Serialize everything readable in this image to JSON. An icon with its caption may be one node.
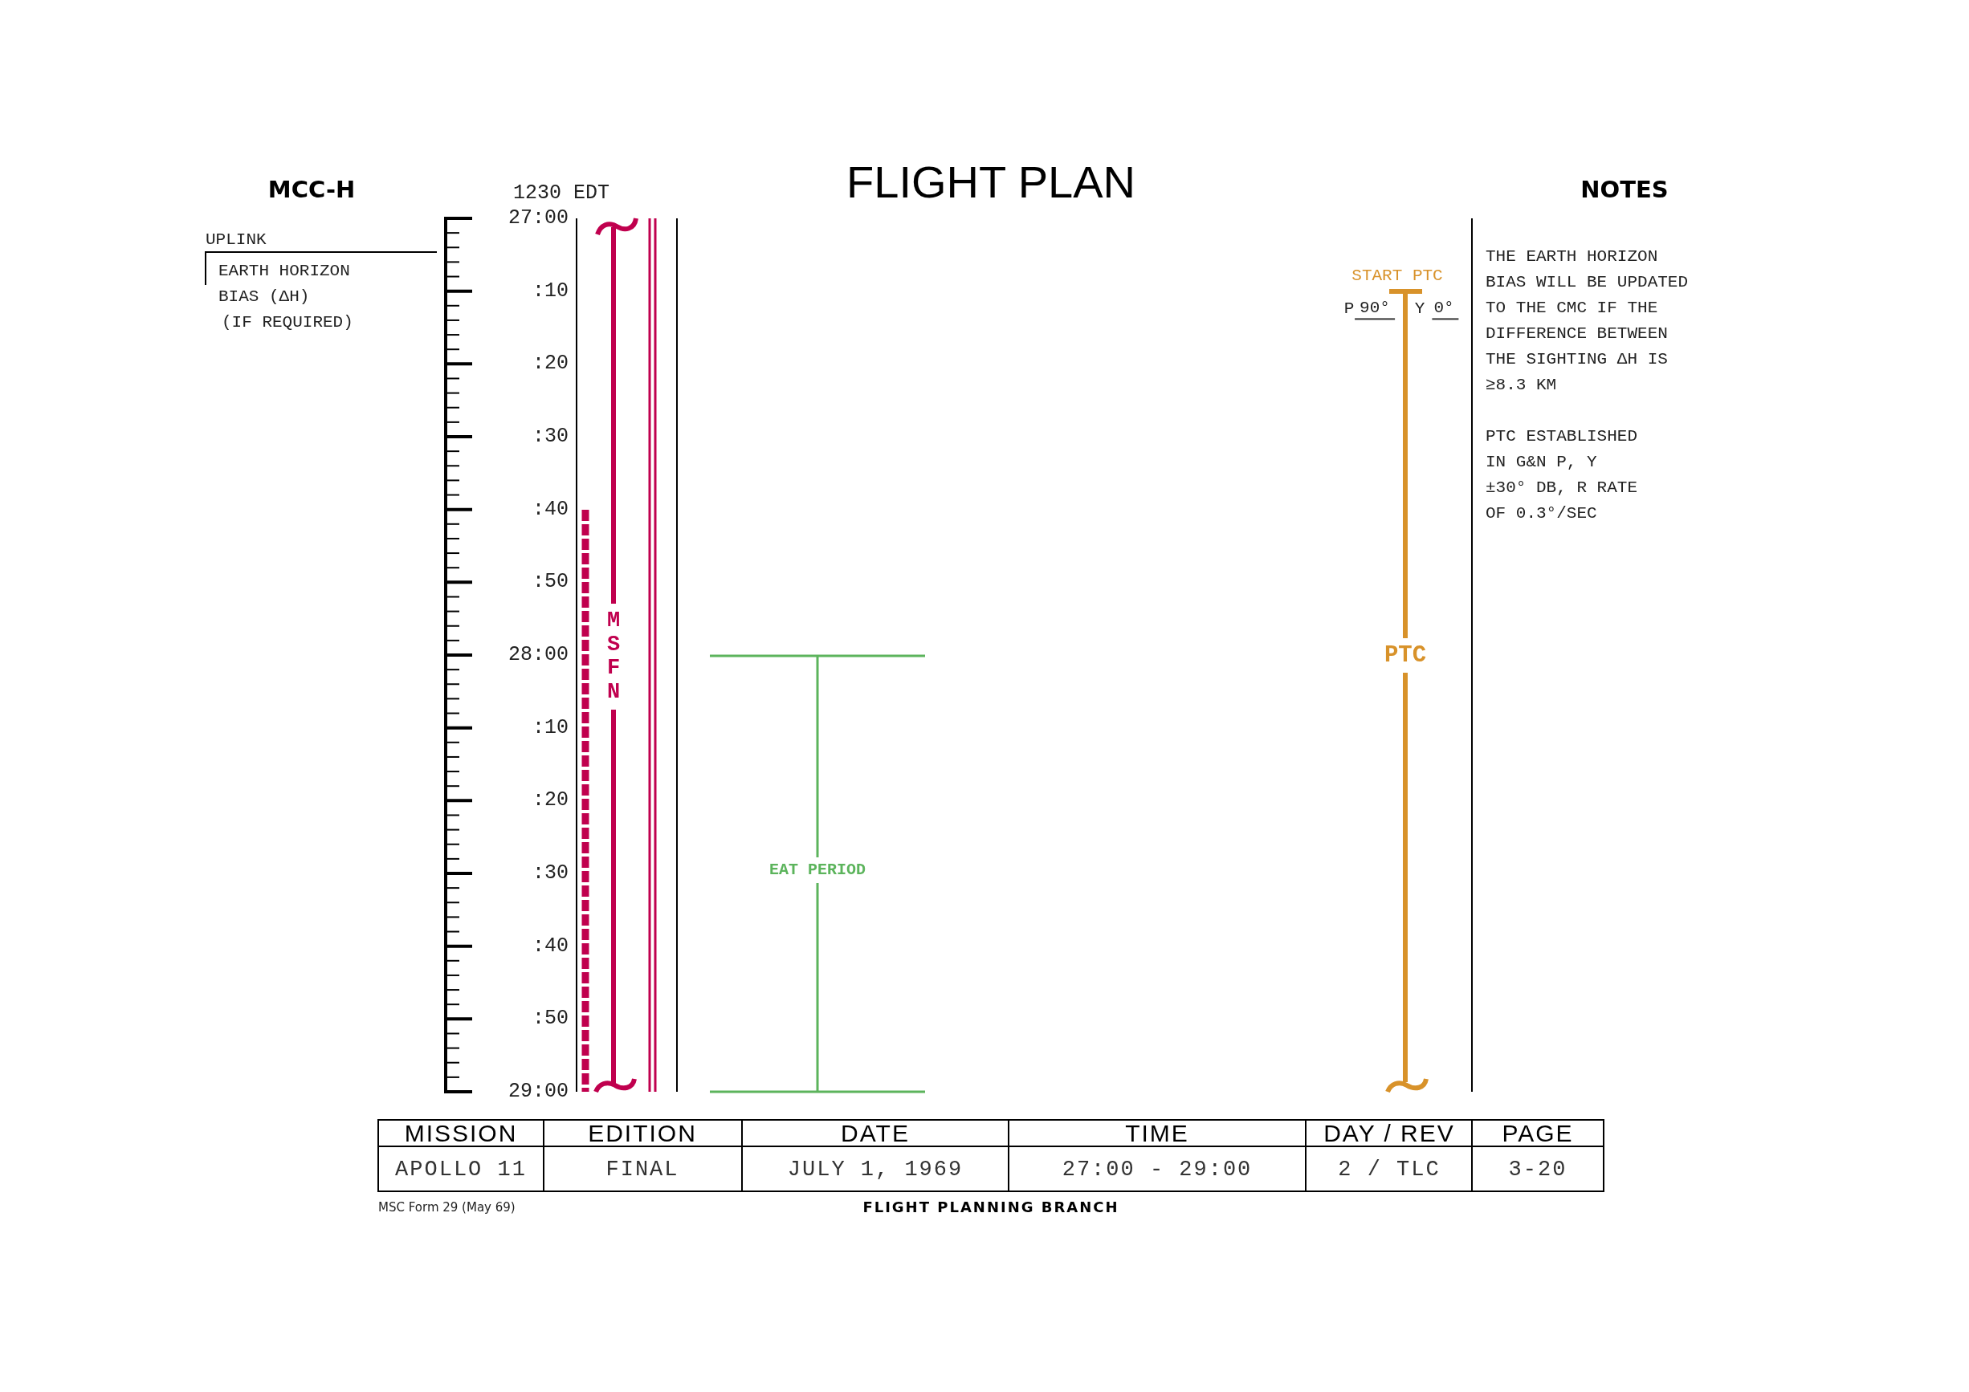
{
  "diagram": {
    "title": "FLIGHT PLAN",
    "labels": [
      "MCC-H",
      "1230 EDT",
      "NOTES",
      "UPLINK",
      "EARTH HORIZON BIAS (ΔH)",
      "(IF REQUIRED)",
      "27:00",
      ":10",
      ":20",
      ":30",
      ":40",
      ":50",
      "28:00",
      ":10",
      ":20",
      ":30",
      ":40",
      ":50",
      "29:00",
      "MSFN",
      "START PTC",
      "P",
      "90°",
      "Y",
      "0°",
      "THE EARTH HORIZON BIAS WILL BE UPDATED TO THE CMC IF THE DIFFERENCE BETWEEN THE SIGHTING ΔH IS ≥8.3 KM",
      "PTC ESTABLISHED IN G&N P, Y ±30° DB, R RATE OF 0.3°/SEC",
      "PTC",
      "EAT PERIOD",
      "MISSION",
      "EDITION",
      "DATE",
      "TIME",
      "DAY / REV",
      "PAGE",
      "APOLLO 11",
      "FINAL",
      "JULY 1, 1969",
      "27:00 - 29:00",
      "2 / TLC",
      "3-20",
      "MSC Form 29 (May 69)",
      "FLIGHT PLANNING BRANCH"
    ]
  }
}
